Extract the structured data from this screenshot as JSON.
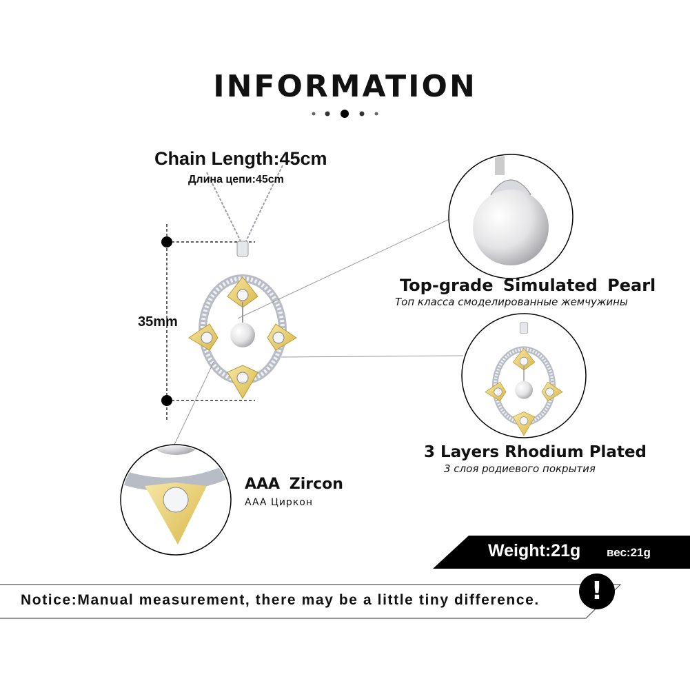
{
  "title": "INFORMATION",
  "chain": {
    "label": "Chain Length:45cm",
    "label_ru": "Длина цепи:45cm"
  },
  "pendant_size": "35mm",
  "features": [
    {
      "title": "Top-grade  Simulated  Pearl",
      "subtitle": "Топ класса смоделированные жемчужины"
    },
    {
      "title": "3 Layers Rhodium Plated",
      "subtitle": "3 слоя родиевого покрытия"
    },
    {
      "title": "AAA  Zircon",
      "subtitle": "AAA Циркон"
    }
  ],
  "weight": {
    "label": "Weight:21g",
    "label_ru": "вес:21g"
  },
  "notice": {
    "text": "Notice:Manual measurement, there may be a little tiny difference.",
    "icon": "!"
  },
  "colors": {
    "gold": "#e8cf6a",
    "silver": "#c9ccd2",
    "black": "#000000"
  }
}
